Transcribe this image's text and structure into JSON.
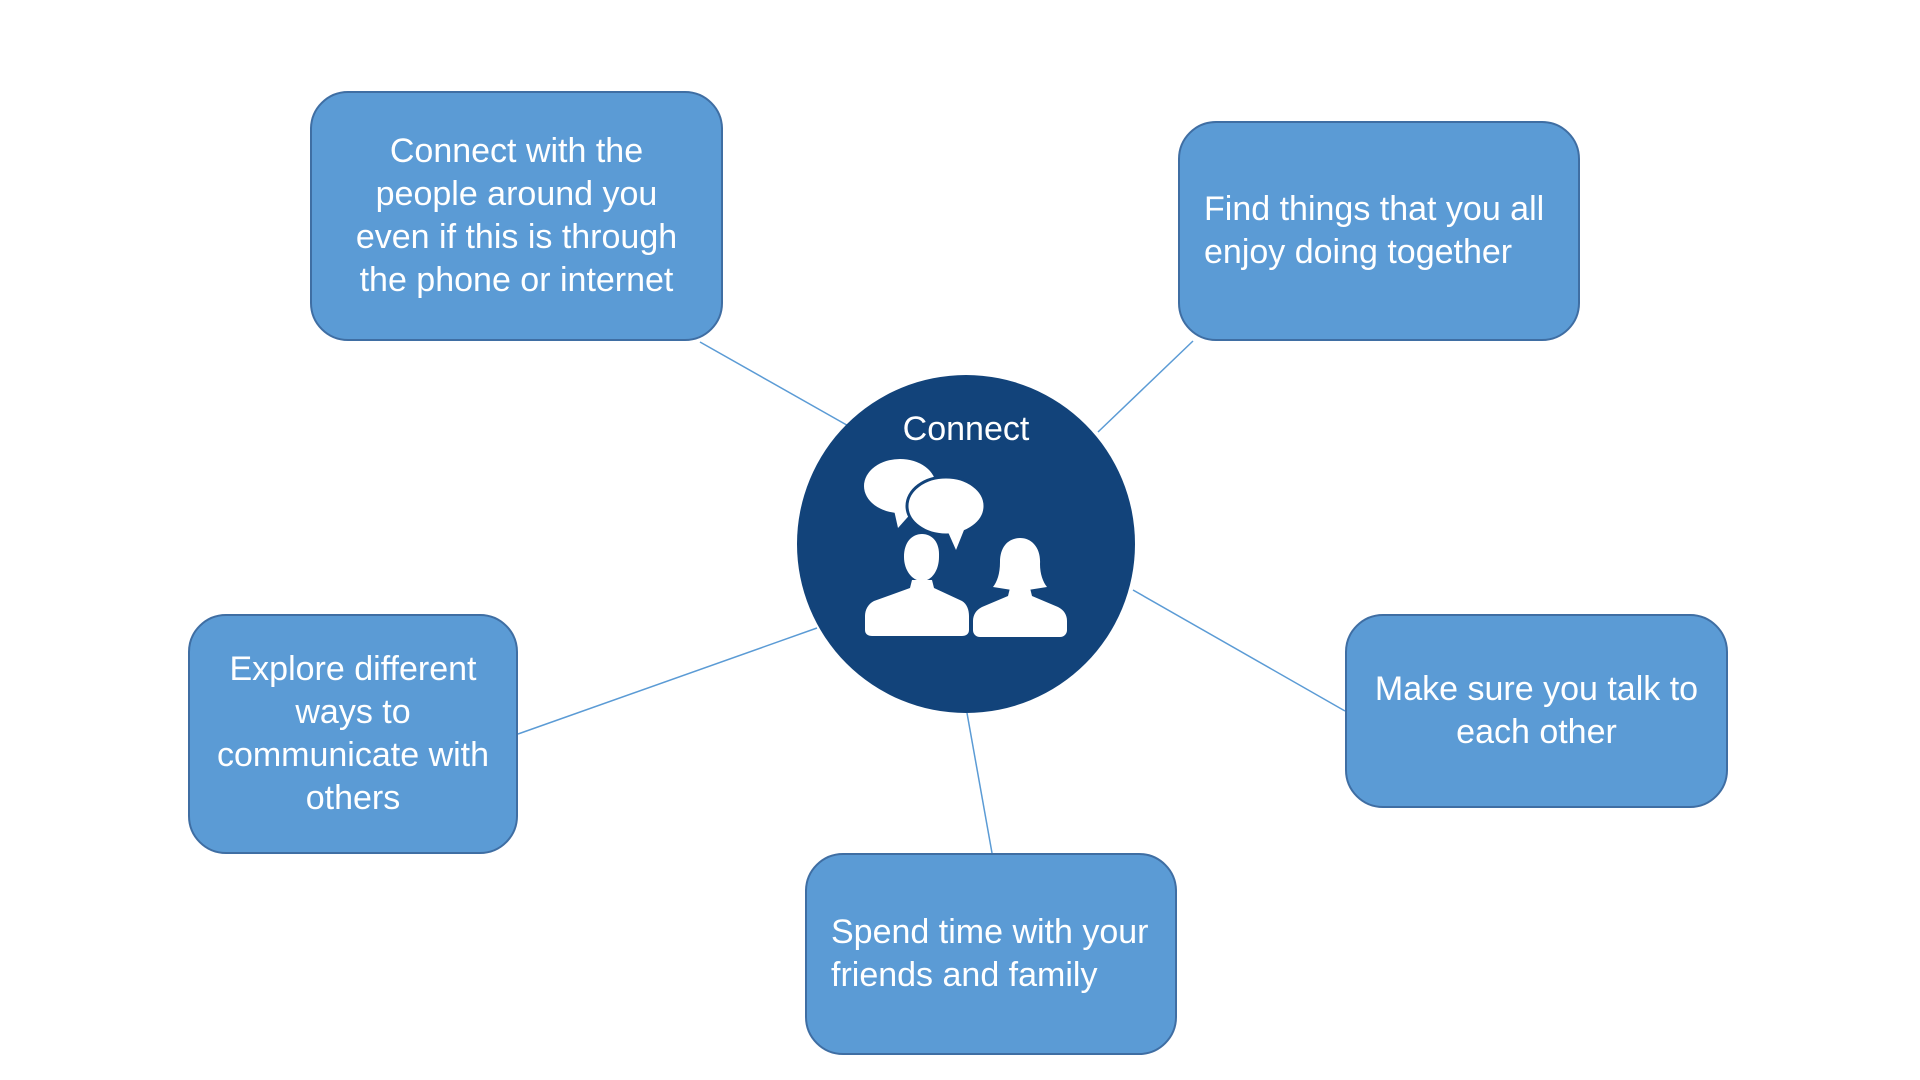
{
  "colors": {
    "hub_fill": "#12437a",
    "box_fill": "#5b9bd5",
    "box_border": "#3f6ea3",
    "connector": "#5b9bd5",
    "text": "#ffffff"
  },
  "hub": {
    "label": "Connect",
    "icon": "people-talking-icon"
  },
  "nodes": [
    {
      "id": "connect-people",
      "lines": [
        "Connect with the",
        "people around you",
        "even if this is through",
        "the phone or internet"
      ]
    },
    {
      "id": "find-things",
      "lines": [
        "Find things that you all",
        "enjoy doing together"
      ]
    },
    {
      "id": "explore",
      "lines": [
        "Explore different",
        "ways to",
        "communicate with",
        "others"
      ]
    },
    {
      "id": "talk",
      "lines": [
        "Make sure you talk to",
        "each other"
      ]
    },
    {
      "id": "spend-time",
      "lines": [
        "Spend time with your",
        "friends and family"
      ]
    }
  ]
}
